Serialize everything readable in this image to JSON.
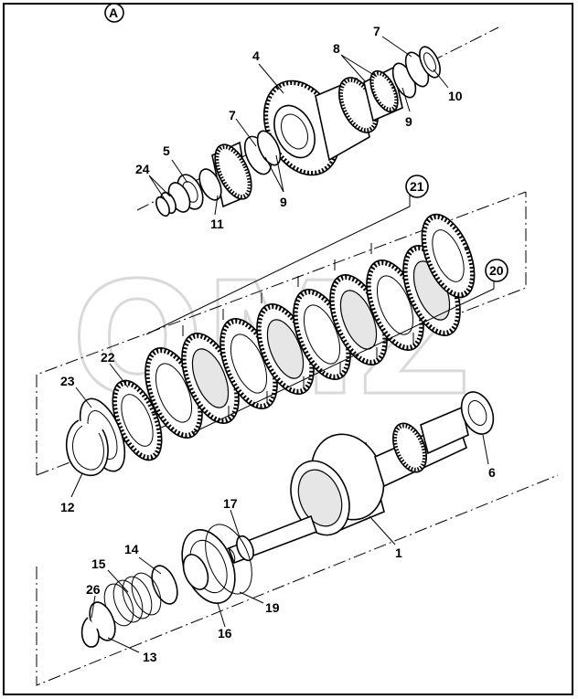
{
  "diagram": {
    "view_marker": "A",
    "watermark": "ОМZ",
    "callouts": [
      {
        "id": "c1",
        "text": "1"
      },
      {
        "id": "c4",
        "text": "4"
      },
      {
        "id": "c5",
        "text": "5"
      },
      {
        "id": "c6",
        "text": "6"
      },
      {
        "id": "c7a",
        "text": "7"
      },
      {
        "id": "c7b",
        "text": "7"
      },
      {
        "id": "c8",
        "text": "8"
      },
      {
        "id": "c9a",
        "text": "9"
      },
      {
        "id": "c9b",
        "text": "9"
      },
      {
        "id": "c10",
        "text": "10"
      },
      {
        "id": "c11",
        "text": "11"
      },
      {
        "id": "c12",
        "text": "12"
      },
      {
        "id": "c13",
        "text": "13"
      },
      {
        "id": "c14",
        "text": "14"
      },
      {
        "id": "c15",
        "text": "15"
      },
      {
        "id": "c16",
        "text": "16"
      },
      {
        "id": "c17",
        "text": "17"
      },
      {
        "id": "c19",
        "text": "19"
      },
      {
        "id": "c20",
        "text": "20"
      },
      {
        "id": "c21",
        "text": "21"
      },
      {
        "id": "c22",
        "text": "22"
      },
      {
        "id": "c23",
        "text": "23"
      },
      {
        "id": "c24",
        "text": "24"
      },
      {
        "id": "c26",
        "text": "26"
      }
    ]
  }
}
